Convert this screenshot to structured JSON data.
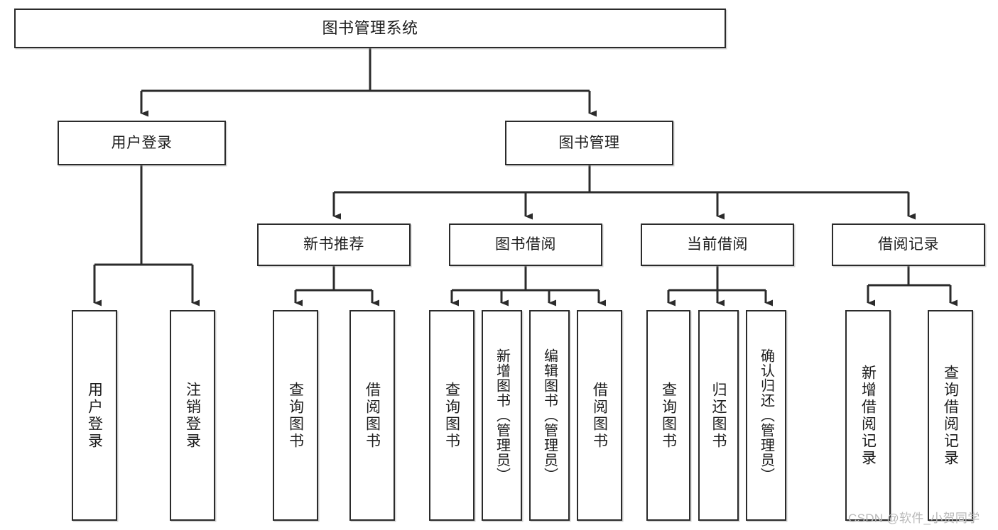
{
  "diagram": {
    "title": "图书管理系统",
    "type": "tree-hierarchy-chart",
    "colors": {
      "box_border": "#2b2b2b",
      "box_fill": "#ffffff",
      "text": "#1d1d1d",
      "connector": "#2b2b2b",
      "watermark": "#b9b9b9",
      "background": "#ffffff"
    },
    "root": {
      "label": "图书管理系统"
    },
    "level2": [
      {
        "label": "用户登录"
      },
      {
        "label": "图书管理"
      }
    ],
    "level3": [
      {
        "label": "新书推荐"
      },
      {
        "label": "图书借阅"
      },
      {
        "label": "当前借阅"
      },
      {
        "label": "借阅记录"
      }
    ],
    "leaves_user_login": [
      {
        "label": "用户登录"
      },
      {
        "label": "注销登录"
      }
    ],
    "leaves_new_book": [
      {
        "label": "查询图书"
      },
      {
        "label": "借阅图书"
      }
    ],
    "leaves_borrow": [
      {
        "label": "查询图书"
      },
      {
        "label": "新增图书（管理员）"
      },
      {
        "label": "编辑图书（管理员）"
      },
      {
        "label": "借阅图书"
      }
    ],
    "leaves_current": [
      {
        "label": "查询图书"
      },
      {
        "label": "归还图书"
      },
      {
        "label": "确认归还（管理员）"
      }
    ],
    "leaves_records": [
      {
        "label": "新增借阅记录"
      },
      {
        "label": "查询借阅记录"
      }
    ]
  },
  "watermark": {
    "text": "CSDN @软件_小贺同学"
  }
}
